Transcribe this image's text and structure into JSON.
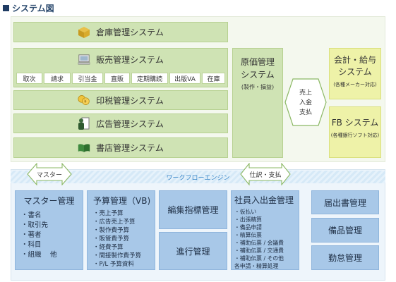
{
  "title": "システム図",
  "top": {
    "warehouse": "倉庫管理システム",
    "sales": "販売管理システム",
    "sales_sub": [
      "取次",
      "請求",
      "引当金",
      "直販",
      "定期購読",
      "出版VA",
      "在庫"
    ],
    "royalty": "印税管理システム",
    "advert": "広告管理システム",
    "bookstore": "書店管理システム",
    "cost_title": [
      "原価管理",
      "システム"
    ],
    "cost_sub": "(製作・損益)",
    "transfer_arrow": [
      "売上",
      "入金",
      "支払"
    ],
    "accounting_title": [
      "会計・給与",
      "システム"
    ],
    "accounting_sub": "(各種メーカー対応)",
    "fb_title": "FB システム",
    "fb_sub": "(各種銀行ソフト対応)"
  },
  "middle": {
    "master_arrow": "マスター",
    "workflow": "ワークフローエンジン",
    "shiwake_arrow": "仕訳・支払"
  },
  "bottom": {
    "master_title": "マスター管理",
    "master_items": [
      "・書名",
      "・取引先",
      "・著者",
      "・科目",
      "・組織　 他"
    ],
    "budget_title": "予算管理（VB)",
    "budget_items": [
      "・売上予算",
      "・広告売上予算",
      "・製作費予算",
      "・販管費予算",
      "・経費予算",
      "・間接製作費予算",
      "・P/L 予算資料"
    ],
    "editing": "編集指標管理",
    "progress": "進行管理",
    "staff_title": "社員入出金管理",
    "staff_items": [
      "・仮払い",
      "・出張精算",
      "・備品申請",
      "・精算伝票",
      "・補助伝票 / 会議費",
      "・補助伝票 / 交通費",
      "・補助伝票 / その他",
      "各申請・精算処理"
    ],
    "notice": "届出書管理",
    "supplies": "備品管理",
    "attendance": "勤怠管理"
  }
}
